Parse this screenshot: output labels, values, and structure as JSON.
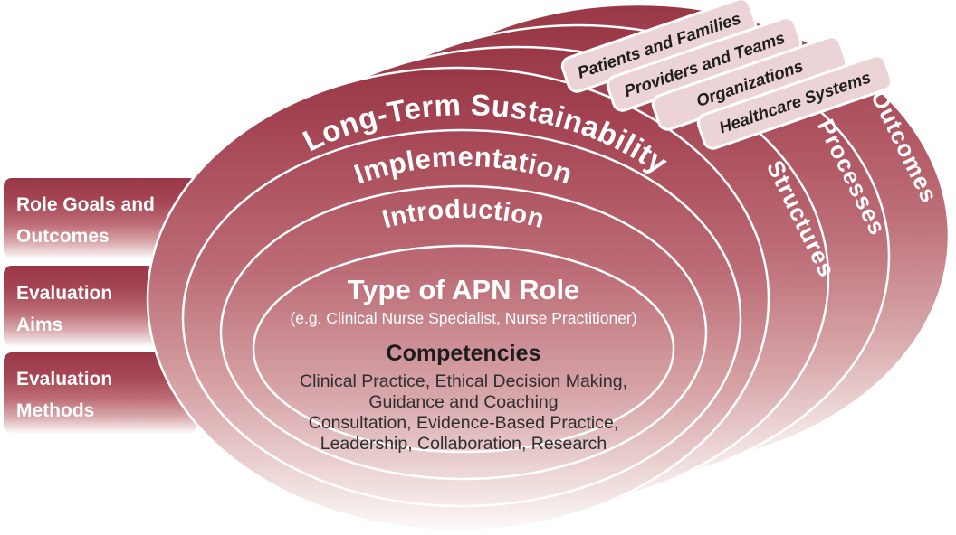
{
  "colors": {
    "maroon_dark": "#993745",
    "maroon": "#a64654",
    "rose": "#bd6e78",
    "pink": "#d9a9ac",
    "pale_pink": "#f3e6e4",
    "near_white": "#fcf9f8",
    "pill_fill": "#ecd3d6",
    "ink": "#1e1e1e",
    "white": "#ffffff"
  },
  "left_labels": [
    {
      "line1": "Role Goals and",
      "line2": "Outcomes"
    },
    {
      "line1": "Evaluation",
      "line2": "Aims"
    },
    {
      "line1": "Evaluation",
      "line2": "Methods"
    }
  ],
  "rings": [
    "Long-Term Sustainability",
    "Implementation",
    "Introduction"
  ],
  "core": {
    "title": "Type of APN Role",
    "subtitle": "(e.g. Clinical Nurse Specialist, Nurse Practitioner)",
    "heading": "Competencies",
    "lines": [
      "Clinical Practice, Ethical Decision Making,",
      "Guidance and Coaching",
      "Consultation, Evidence-Based Practice,",
      "Leadership, Collaboration, Research"
    ]
  },
  "layers": [
    "Structures",
    "Processes",
    "Outcomes"
  ],
  "pills": [
    "Patients and Families",
    "Providers and Teams",
    "Organizations",
    "Healthcare Systems"
  ]
}
